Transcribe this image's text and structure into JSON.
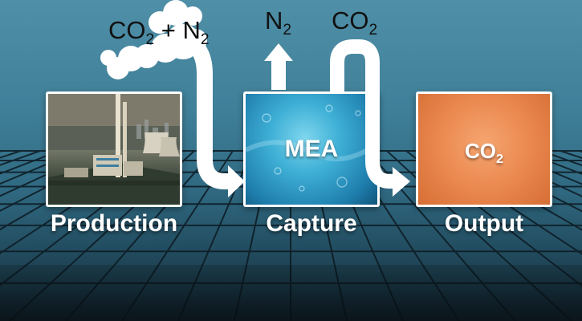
{
  "colors": {
    "sky_top": "#4f8fa7",
    "floor_dark": "#12222c",
    "arrow": "#ffffff",
    "capture_box": "#3fb0d6",
    "output_box": "#e9864d",
    "formula_text": "#111111",
    "label_text": "#ffffff"
  },
  "formulas": {
    "flue_gas": {
      "a": "CO",
      "a_sub": "2",
      "plus": " + N",
      "b_sub": "2"
    },
    "vented": {
      "main": "N",
      "sub": "2"
    },
    "captured": {
      "main": "CO",
      "sub": "2"
    }
  },
  "boxes": {
    "capture_text": "MEA",
    "output_text": {
      "main": "CO",
      "sub": "2"
    }
  },
  "labels": {
    "production": "Production",
    "capture": "Capture",
    "output": "Output"
  },
  "icons": [
    "power-plant-icon",
    "smoke-cloud-icon",
    "bubbles-icon"
  ]
}
